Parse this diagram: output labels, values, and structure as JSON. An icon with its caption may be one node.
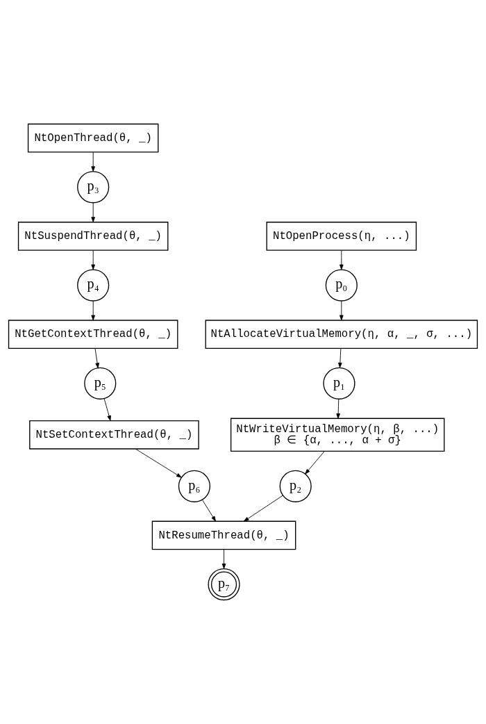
{
  "diagram": {
    "nodes": [
      {
        "text": [
          "NtOpenThread(θ, _)"
        ]
      },
      {
        "text": [
          "p₃"
        ]
      },
      {
        "text": [
          "NtSuspendThread(θ, _)"
        ]
      },
      {
        "text": [
          "p₄"
        ]
      },
      {
        "text": [
          "NtGetContextThread(θ, _)"
        ]
      },
      {
        "text": [
          "p₅"
        ]
      },
      {
        "text": [
          "NtSetContextThread(θ, _)"
        ]
      },
      {
        "text": [
          "p₆"
        ]
      },
      {
        "text": [
          "NtOpenProcess(η, ...)"
        ]
      },
      {
        "text": [
          "p₀"
        ]
      },
      {
        "text": [
          "NtAllocateVirtualMemory(η, α, _, σ, ...)"
        ]
      },
      {
        "text": [
          "p₁"
        ]
      },
      {
        "text": [
          "NtWriteVirtualMemory(η, β, ...)",
          "β ∈ {α, ..., α + σ}"
        ]
      },
      {
        "text": [
          "p₂"
        ]
      },
      {
        "text": [
          "NtResumeThread(θ, _)"
        ]
      },
      {
        "text": [
          "p₇"
        ]
      }
    ],
    "edges": [
      {
        "from": 0,
        "to": 1,
        "arrow": "to"
      },
      {
        "from": 1,
        "to": 2,
        "arrow": "to"
      },
      {
        "from": 2,
        "to": 3,
        "arrow": "to"
      },
      {
        "from": 3,
        "to": 4,
        "arrow": "to"
      },
      {
        "from": 4,
        "to": 5,
        "arrow": "to"
      },
      {
        "from": 5,
        "to": 6,
        "arrow": "to"
      },
      {
        "from": 6,
        "to": 7,
        "arrow": "to"
      },
      {
        "from": 8,
        "to": 9,
        "arrow": "to"
      },
      {
        "from": 9,
        "to": 10,
        "arrow": "to"
      },
      {
        "from": 10,
        "to": 11,
        "arrow": "to"
      },
      {
        "from": 11,
        "to": 12,
        "arrow": "to"
      },
      {
        "from": 12,
        "to": 13,
        "arrow": "to"
      },
      {
        "from": 7,
        "to": 14,
        "arrow": "to"
      },
      {
        "from": 13,
        "to": 14,
        "arrow": "to"
      },
      {
        "from": 14,
        "to": 15,
        "arrow": "to"
      }
    ]
  }
}
